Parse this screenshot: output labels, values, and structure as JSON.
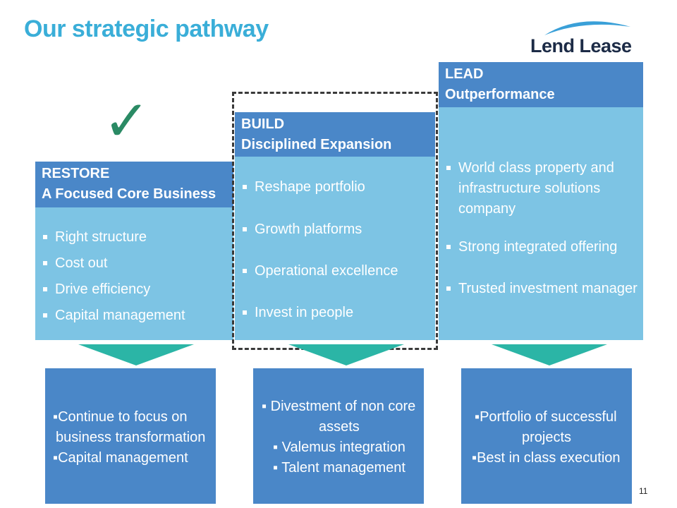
{
  "title": "Our strategic pathway",
  "logo_text": "Lend Lease",
  "check_mark": "✓",
  "colors": {
    "title": "#3aaed8",
    "header": "#4a87c8",
    "panel": "#7dc4e4",
    "arrow": "#2bb5a6",
    "check": "#2a8a64"
  },
  "bullet_marker": "▪",
  "stages": [
    {
      "header_line1": "RESTORE",
      "header_line2": "A Focused Core Business",
      "items": [
        "Right structure",
        "Cost out",
        "Drive efficiency",
        "Capital management"
      ],
      "completed": true
    },
    {
      "header_line1": "BUILD",
      "header_line2": "Disciplined Expansion",
      "items": [
        "Reshape portfolio",
        "Growth platforms",
        "Operational excellence",
        "Invest in people"
      ],
      "current": true
    },
    {
      "header_line1": "LEAD",
      "header_line2": "Outperformance",
      "items": [
        "World class property and infrastructure solutions company",
        "Strong integrated offering",
        "Trusted investment manager"
      ],
      "item1_lines": [
        "World class property and",
        "infrastructure solutions",
        "company"
      ]
    }
  ],
  "outcomes": [
    {
      "lines": [
        "▪Continue to focus on",
        "business transformation",
        "▪Capital management"
      ]
    },
    {
      "lines": [
        "▪ Divestment of non core",
        "assets",
        "▪ Valemus integration",
        "▪ Talent management"
      ]
    },
    {
      "lines": [
        "▪Portfolio of successful",
        "projects",
        "▪Best in class execution"
      ]
    }
  ],
  "page_number": "11"
}
